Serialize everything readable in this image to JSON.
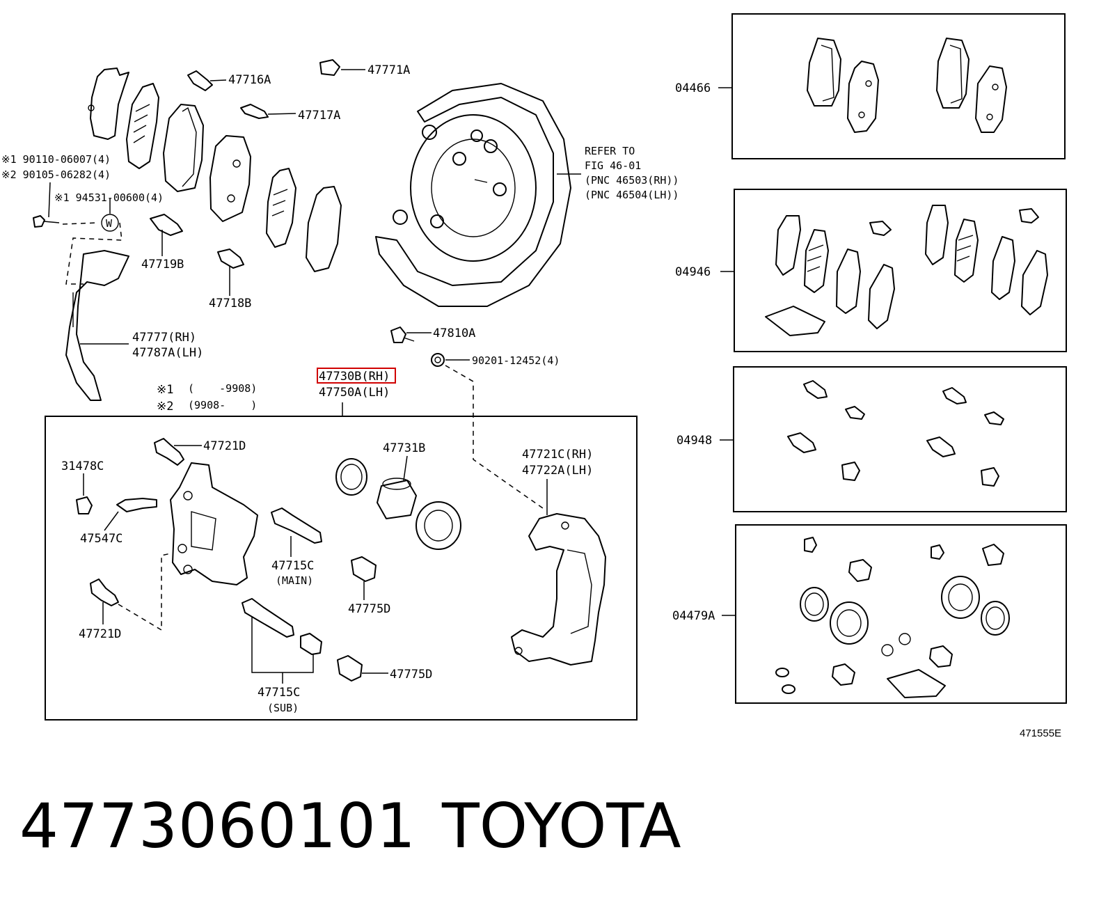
{
  "labels": {
    "p47716A": "47716A",
    "p47771A": "47771A",
    "p47717A": "47717A",
    "refer_to": "REFER TO",
    "fig": "FIG 46-01",
    "pnc_rh": "(PNC 46503(RH))",
    "pnc_lh": "(PNC 46504(LH))",
    "m1_bolt": "※1 90110-06007(4)",
    "m2_bolt": "※2 90105-06282(4)",
    "m1_clip": "※1 94531-00600(4)",
    "w_mark": "W",
    "p47719B": "47719B",
    "p47718B": "47718B",
    "p47777": "47777(RH)",
    "p47787A": "47787A(LH)",
    "p47810A": "47810A",
    "p90201": "90201-12452(4)",
    "p47730B": "47730B(RH)",
    "p47750A": "47750A(LH)",
    "note1_mark": "※1",
    "note1_range": "(    -9908)",
    "note2_mark": "※2",
    "note2_range": "(9908-    )",
    "p47721D_top": "47721D",
    "p31478C": "31478C",
    "p47547C": "47547C",
    "p47721D_bottom": "47721D",
    "p47731B": "47731B",
    "p47715C_main": "47715C",
    "main": "(MAIN)",
    "p47775D_upper": "47775D",
    "p47715C_sub": "47715C",
    "sub": "(SUB)",
    "p47775D_lower": "47775D",
    "p47721C": "47721C(RH)",
    "p47722A": "47722A(LH)",
    "kit_04466": "04466",
    "kit_04946": "04946",
    "kit_04948": "04948",
    "kit_04479A": "04479A",
    "figure_id": "471555E"
  },
  "footer": {
    "part_number": "4773060101",
    "brand": "TOYOTA"
  },
  "colors": {
    "highlight": "#d00000",
    "ink": "#000000"
  }
}
